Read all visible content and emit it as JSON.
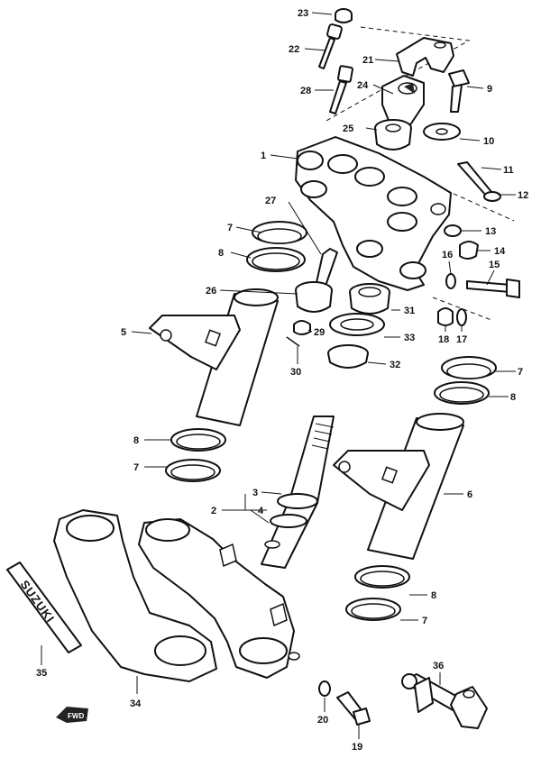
{
  "labels": {
    "p1": "1",
    "p2": "2",
    "p3": "3",
    "p4": "4",
    "p5": "5",
    "p6": "6",
    "p7a": "7",
    "p7b": "7",
    "p7c": "7",
    "p7d": "7",
    "p8a": "8",
    "p8b": "8",
    "p8c": "8",
    "p8d": "8",
    "p9": "9",
    "p10": "10",
    "p11": "11",
    "p12": "12",
    "p13": "13",
    "p14": "14",
    "p15": "15",
    "p16": "16",
    "p17": "17",
    "p18": "18",
    "p19": "19",
    "p20": "20",
    "p21": "21",
    "p22": "22",
    "p23": "23",
    "p24": "24",
    "p25": "25",
    "p26": "26",
    "p27": "27",
    "p28": "28",
    "p29": "29",
    "p30": "30",
    "p31": "31",
    "p32": "32",
    "p33": "33",
    "p34": "34",
    "p35": "35",
    "p36": "36"
  },
  "emblem_text": "SUZUKI",
  "direction_marker": "FWD"
}
